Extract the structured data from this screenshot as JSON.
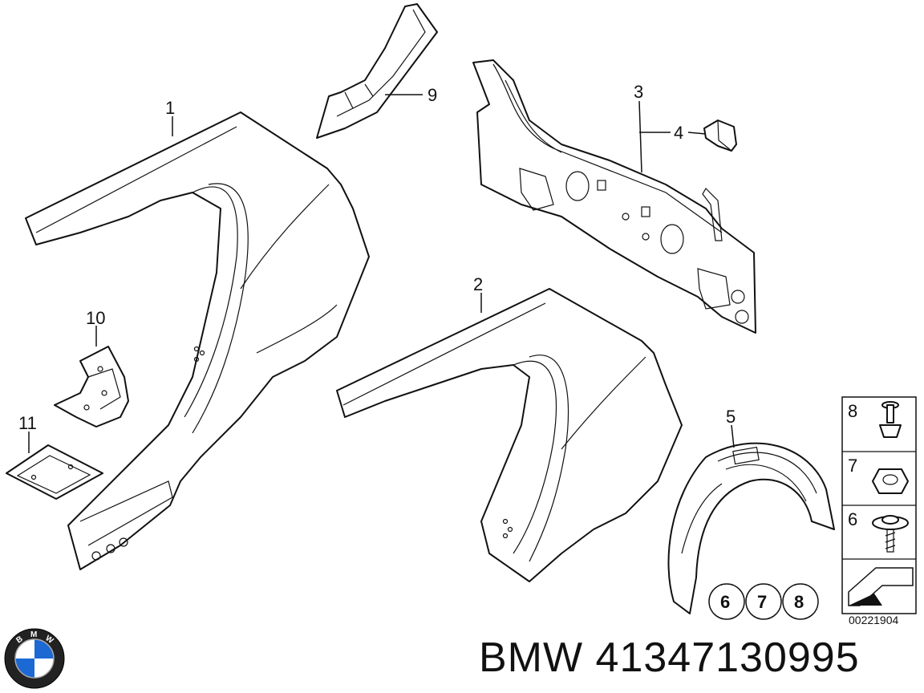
{
  "diagram": {
    "callouts": [
      "1",
      "2",
      "3",
      "4",
      "5",
      "9",
      "10",
      "11"
    ],
    "legend_items": [
      "8",
      "7",
      "6"
    ],
    "kit_circles": [
      "6",
      "7",
      "8"
    ],
    "drawing_number": "00221904"
  },
  "footer": {
    "brand": "BMW",
    "part_number": "BMW 41347130995"
  },
  "logo": {
    "letters": [
      "B",
      "M",
      "W"
    ],
    "colors": {
      "blue": "#1c69d4",
      "ring": "#222222",
      "white": "#ffffff"
    }
  }
}
